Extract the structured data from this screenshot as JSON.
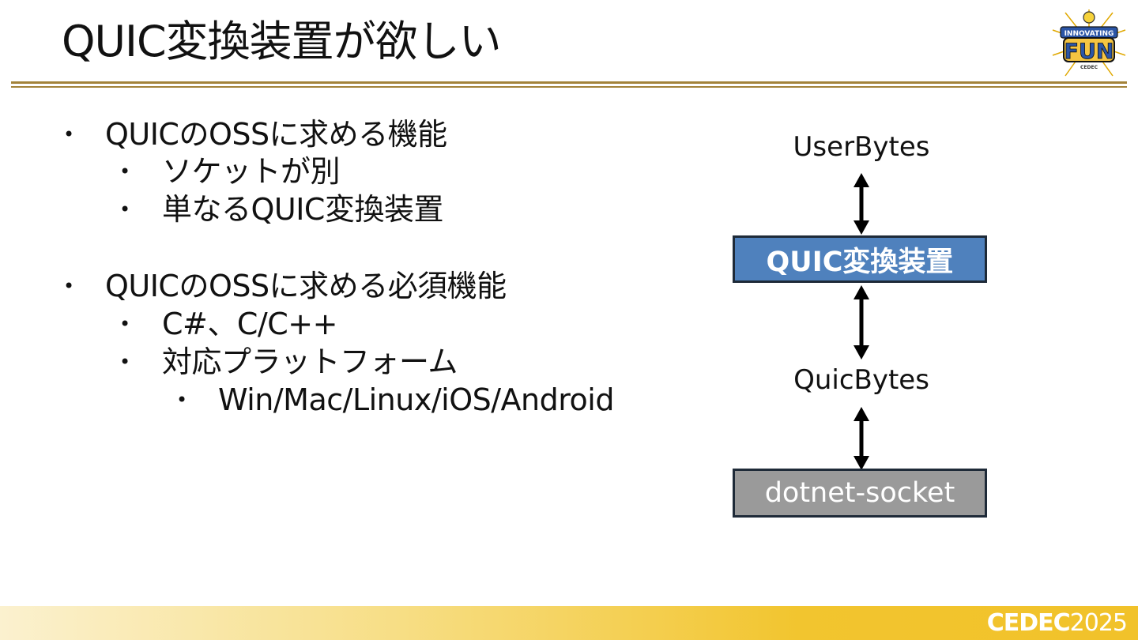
{
  "title": "QUIC変換装置が欲しい",
  "bullets": [
    {
      "label": "QUICのOSSに求める機能",
      "level": 1
    },
    {
      "label": "ソケットが別",
      "level": 2
    },
    {
      "label": "単なるQUIC変換装置",
      "level": 2
    },
    {
      "label": "QUICのOSSに求める必須機能",
      "level": 1
    },
    {
      "label": "C#、C/C++",
      "level": 2
    },
    {
      "label": "対応プラットフォーム",
      "level": 2
    },
    {
      "label": "Win/Mac/Linux/iOS/Android",
      "level": 3
    }
  ],
  "bullet_glyph": "•",
  "diagram": {
    "top_label": "UserBytes",
    "converter_box": "QUIC変換装置",
    "middle_label": "QuicBytes",
    "socket_box": "dotnet-socket"
  },
  "colors": {
    "accent_rule": "#a3833a",
    "converter_fill": "#4f81bd",
    "socket_fill": "#9a9a9a",
    "footer_gold": "#f1c22a"
  },
  "logo": {
    "top_text": "INNOVATING",
    "main_text": "FUN",
    "small_text": "CEDEC"
  },
  "footer": {
    "brand": "CEDEC",
    "year": "2025"
  }
}
